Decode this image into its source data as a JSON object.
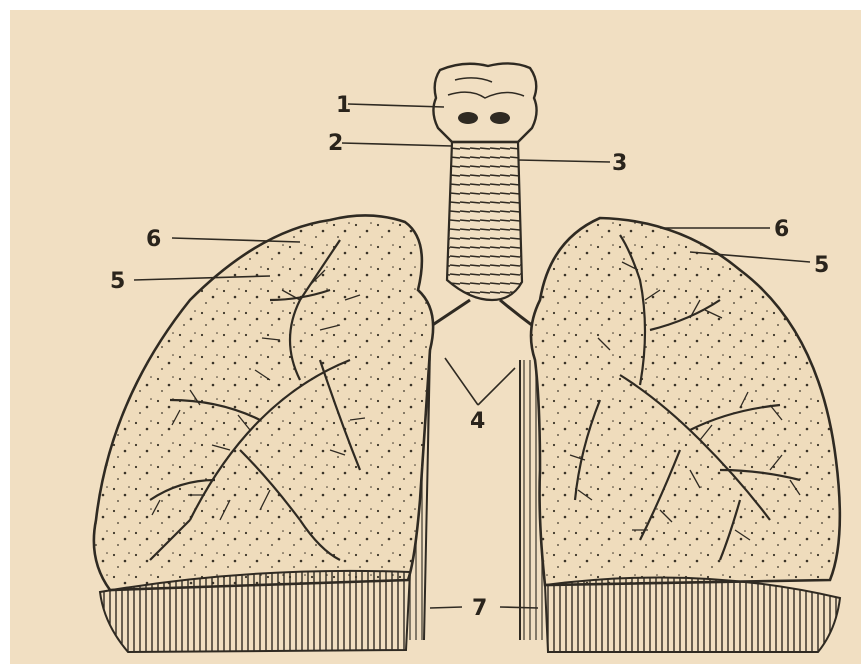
{
  "figure": {
    "paper_color": "#f1dfc2",
    "ink_color": "#2f2a22",
    "labels": {
      "l1": "1",
      "l2": "2",
      "l3": "3",
      "l4": "4",
      "l5_left": "5",
      "l5_right": "5",
      "l6_left": "6",
      "l6_right": "6",
      "l7": "7"
    }
  }
}
